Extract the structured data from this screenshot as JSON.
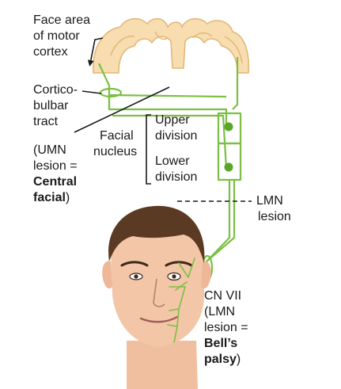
{
  "labels": {
    "face_area": [
      "Face area",
      "of motor",
      "cortex"
    ],
    "corticobulbar": [
      "Cortico-",
      "bulbar",
      "tract"
    ],
    "umn_lesion": [
      "(UMN",
      "lesion ="
    ],
    "umn_result": [
      "Central",
      "facial)"
    ],
    "facial_nucleus": [
      "Facial",
      "nucleus"
    ],
    "upper_division": [
      "Upper",
      "division"
    ],
    "lower_division": [
      "Lower",
      "division"
    ],
    "lmn_lesion": [
      "LMN",
      "lesion"
    ],
    "cn_vii": [
      "CN VII",
      "(LMN",
      "lesion ="
    ],
    "lmn_result": [
      "Bell’s",
      "palsy)"
    ]
  },
  "colors": {
    "nerve": "#7bc043",
    "nerve_dot": "#5aa52a",
    "cortex_fill": "#f7ddb0",
    "cortex_stroke": "#e2b674",
    "skin": "#f3c6a7",
    "hair": "#5b3a24",
    "ink": "#1a1a1a"
  }
}
